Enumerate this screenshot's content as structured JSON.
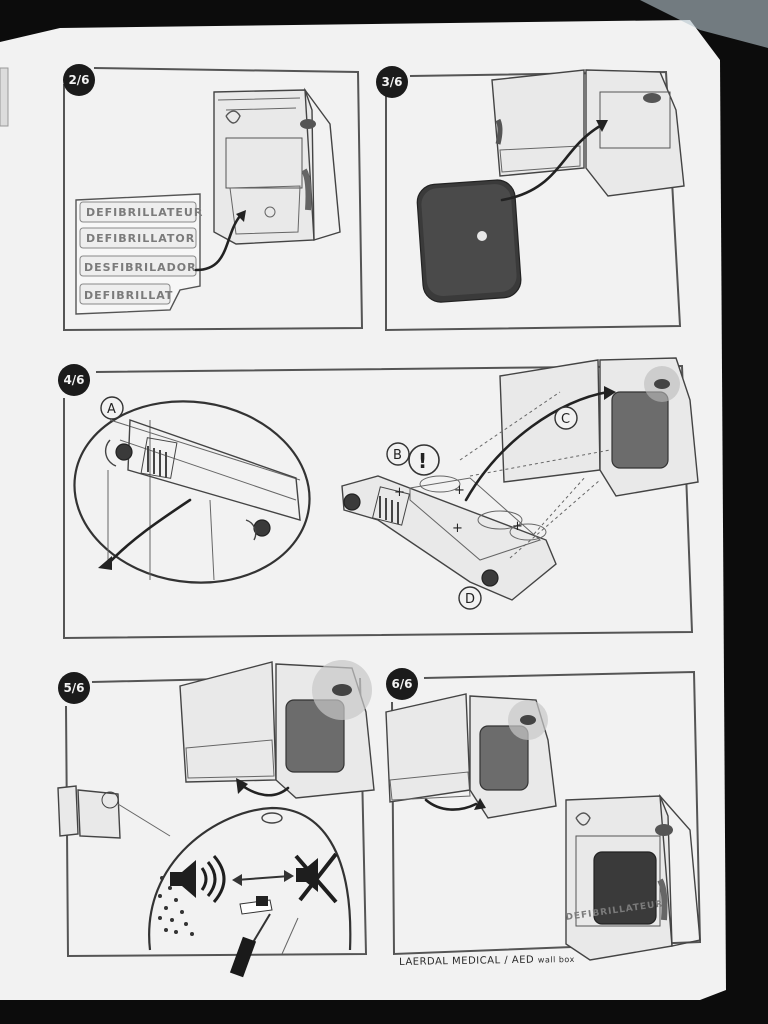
{
  "steps": {
    "s2": {
      "badge": "2/6",
      "labels": [
        "DEFIBRILLATEUR",
        "DEFIBRILLATOR",
        "DESFIBRILADOR",
        "DEFIBRILLAT"
      ]
    },
    "s3": {
      "badge": "3/6"
    },
    "s4": {
      "badge": "4/6",
      "callouts": [
        "A",
        "B",
        "C",
        "D",
        "!"
      ]
    },
    "s5": {
      "badge": "5/6"
    },
    "s6": {
      "badge": "6/6",
      "sign_label": "DEFIBRILLATEUR"
    }
  },
  "footer": {
    "brand": "LAERDAL MEDICAL / AED",
    "sub": "wall box"
  },
  "colors": {
    "paper": "#f4f4f4",
    "ink": "#2b2b2b",
    "background": "#0c0c0c"
  }
}
